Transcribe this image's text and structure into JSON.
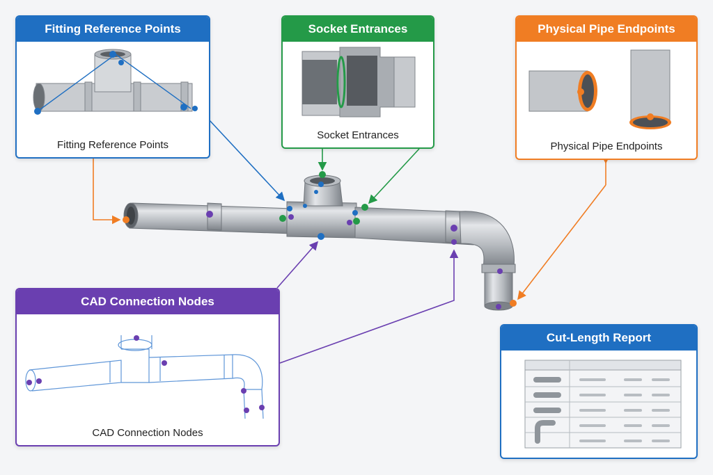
{
  "colors": {
    "blue": "#1f6fc2",
    "green": "#249a48",
    "orange": "#f07d23",
    "purple": "#6a3fb0",
    "report_blue": "#1f6fc2",
    "pipe_light": "#d3d6da",
    "pipe_dark": "#8b9096"
  },
  "panels": {
    "fitting": {
      "title": "Fitting Reference Points",
      "caption": "Fitting Reference Points"
    },
    "socket": {
      "title": "Socket Entrances",
      "caption": "Socket Entrances"
    },
    "endpoints": {
      "title": "Physical Pipe Endpoints",
      "caption": "Physical Pipe Endpoints"
    },
    "cad": {
      "title": "CAD Connection Nodes",
      "caption": "CAD Connection Nodes"
    },
    "report": {
      "title": "Cut-Length Report"
    }
  },
  "report_table": {
    "rows": [
      {
        "icon": "straight-pipe-icon"
      },
      {
        "icon": "straight-pipe-icon"
      },
      {
        "icon": "straight-pipe-icon"
      },
      {
        "icon": "elbow-icon"
      },
      {
        "icon": "blank"
      }
    ]
  }
}
